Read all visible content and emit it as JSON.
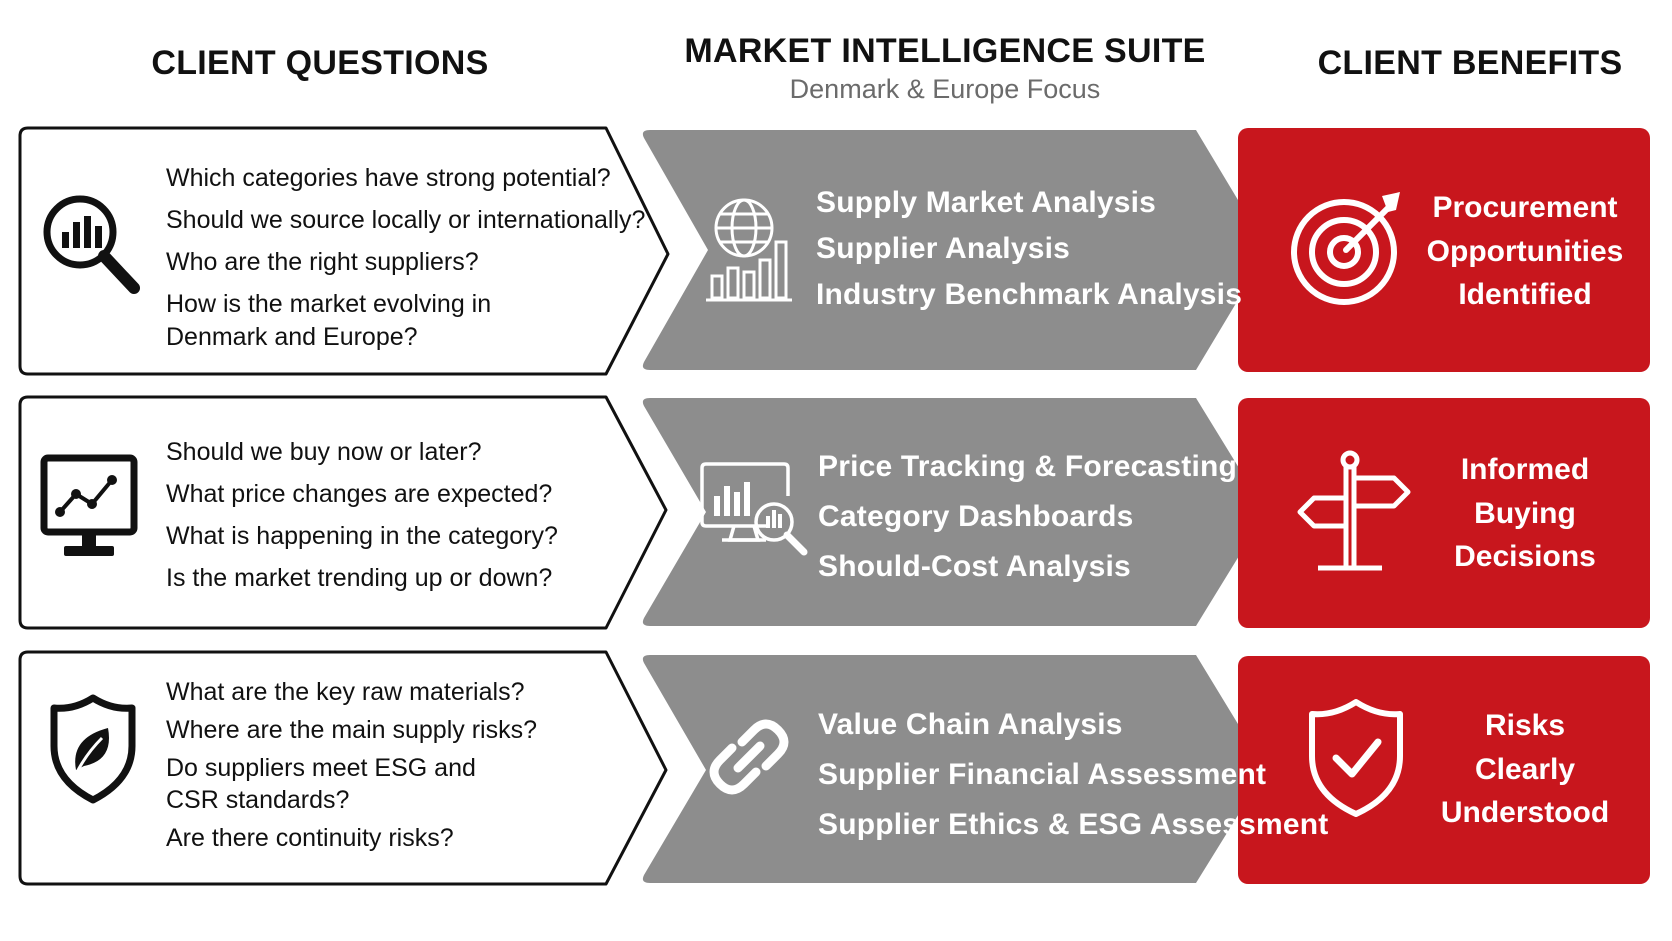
{
  "headers": {
    "questions": "CLIENT QUESTIONS",
    "suite_title": "MARKET INTELLIGENCE SUITE",
    "suite_subtitle": "Denmark & Europe Focus",
    "benefits": "CLIENT BENEFITS"
  },
  "rows": [
    {
      "question_icon": "magnifier-bar-chart-icon",
      "questions": [
        "Which categories have strong potential?",
        "Should we source locally or internationally?",
        "Who are the right suppliers?",
        "How is the market evolving in\nDenmark and Europe?"
      ],
      "service_icon": "globe-bar-chart-icon",
      "services": [
        "Supply Market Analysis",
        "Supplier Analysis",
        "Industry Benchmark Analysis"
      ],
      "benefit_icon": "target-arrow-icon",
      "benefit": [
        "Procurement",
        "Opportunities",
        "Identified"
      ]
    },
    {
      "question_icon": "monitor-line-chart-icon",
      "questions": [
        "Should we buy now or later?",
        "What price changes are expected?",
        "What is happening in the category?",
        "Is the market trending up or down?"
      ],
      "service_icon": "monitor-magnifier-icon",
      "services": [
        "Price Tracking & Forecasting",
        "Category Dashboards",
        "Should-Cost Analysis"
      ],
      "benefit_icon": "signpost-icon",
      "benefit": [
        "Informed",
        "Buying",
        "Decisions"
      ]
    },
    {
      "question_icon": "shield-leaf-icon",
      "questions": [
        "What are the key raw materials?",
        "Where are the main supply risks?",
        "Do suppliers meet ESG and\nCSR standards?",
        "Are there continuity risks?"
      ],
      "service_icon": "chain-link-icon",
      "services": [
        "Value Chain Analysis",
        "Supplier Financial Assessment",
        "Supplier Ethics & ESG Assessment"
      ],
      "benefit_icon": "shield-check-icon",
      "benefit": [
        "Risks",
        "Clearly",
        "Understood"
      ]
    }
  ],
  "colors": {
    "question_border": "#111111",
    "service_fill": "#8d8d8d",
    "benefit_fill": "#c8161d",
    "text_dark": "#111111",
    "subtitle": "#6b6b6b",
    "on_fill_text": "#ffffff"
  }
}
